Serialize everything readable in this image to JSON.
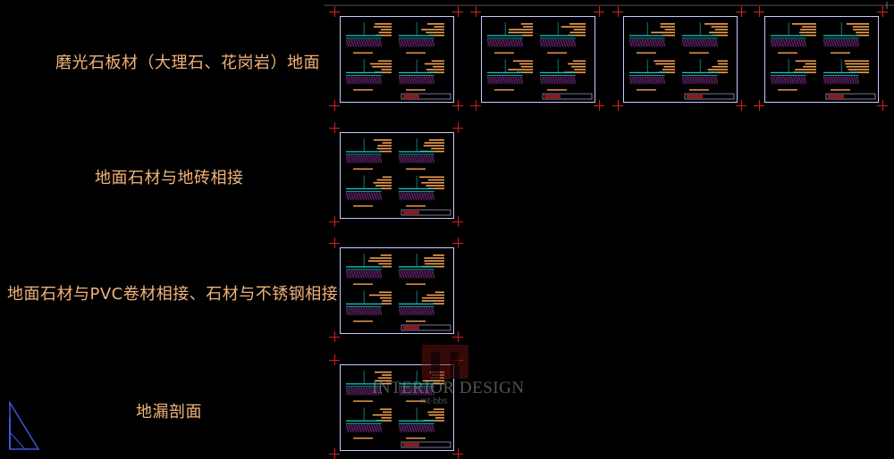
{
  "rows": [
    {
      "label": "磨光石板材（大理石、花岗岩）地面"
    },
    {
      "label": "地面石材与地砖相接"
    },
    {
      "label": "地面石材与PVC卷材相接、石材与不锈钢相接"
    },
    {
      "label": "地漏剖面"
    }
  ],
  "watermark": {
    "title": "INTERIOR DESIGN",
    "subtitle": "mt-bbs"
  },
  "colors": {
    "background": "#000000",
    "label": "#f2b27a",
    "sheet_border": "#c8c8ff",
    "crop_mark": "#d62020",
    "detail_cyan": "#18c8c8",
    "detail_orange": "#f2a050",
    "hatch_magenta": "#b040c0"
  },
  "icons": {
    "ucs": "ucs-triangle-icon",
    "watermark_logo": "watermark-logo-icon"
  }
}
